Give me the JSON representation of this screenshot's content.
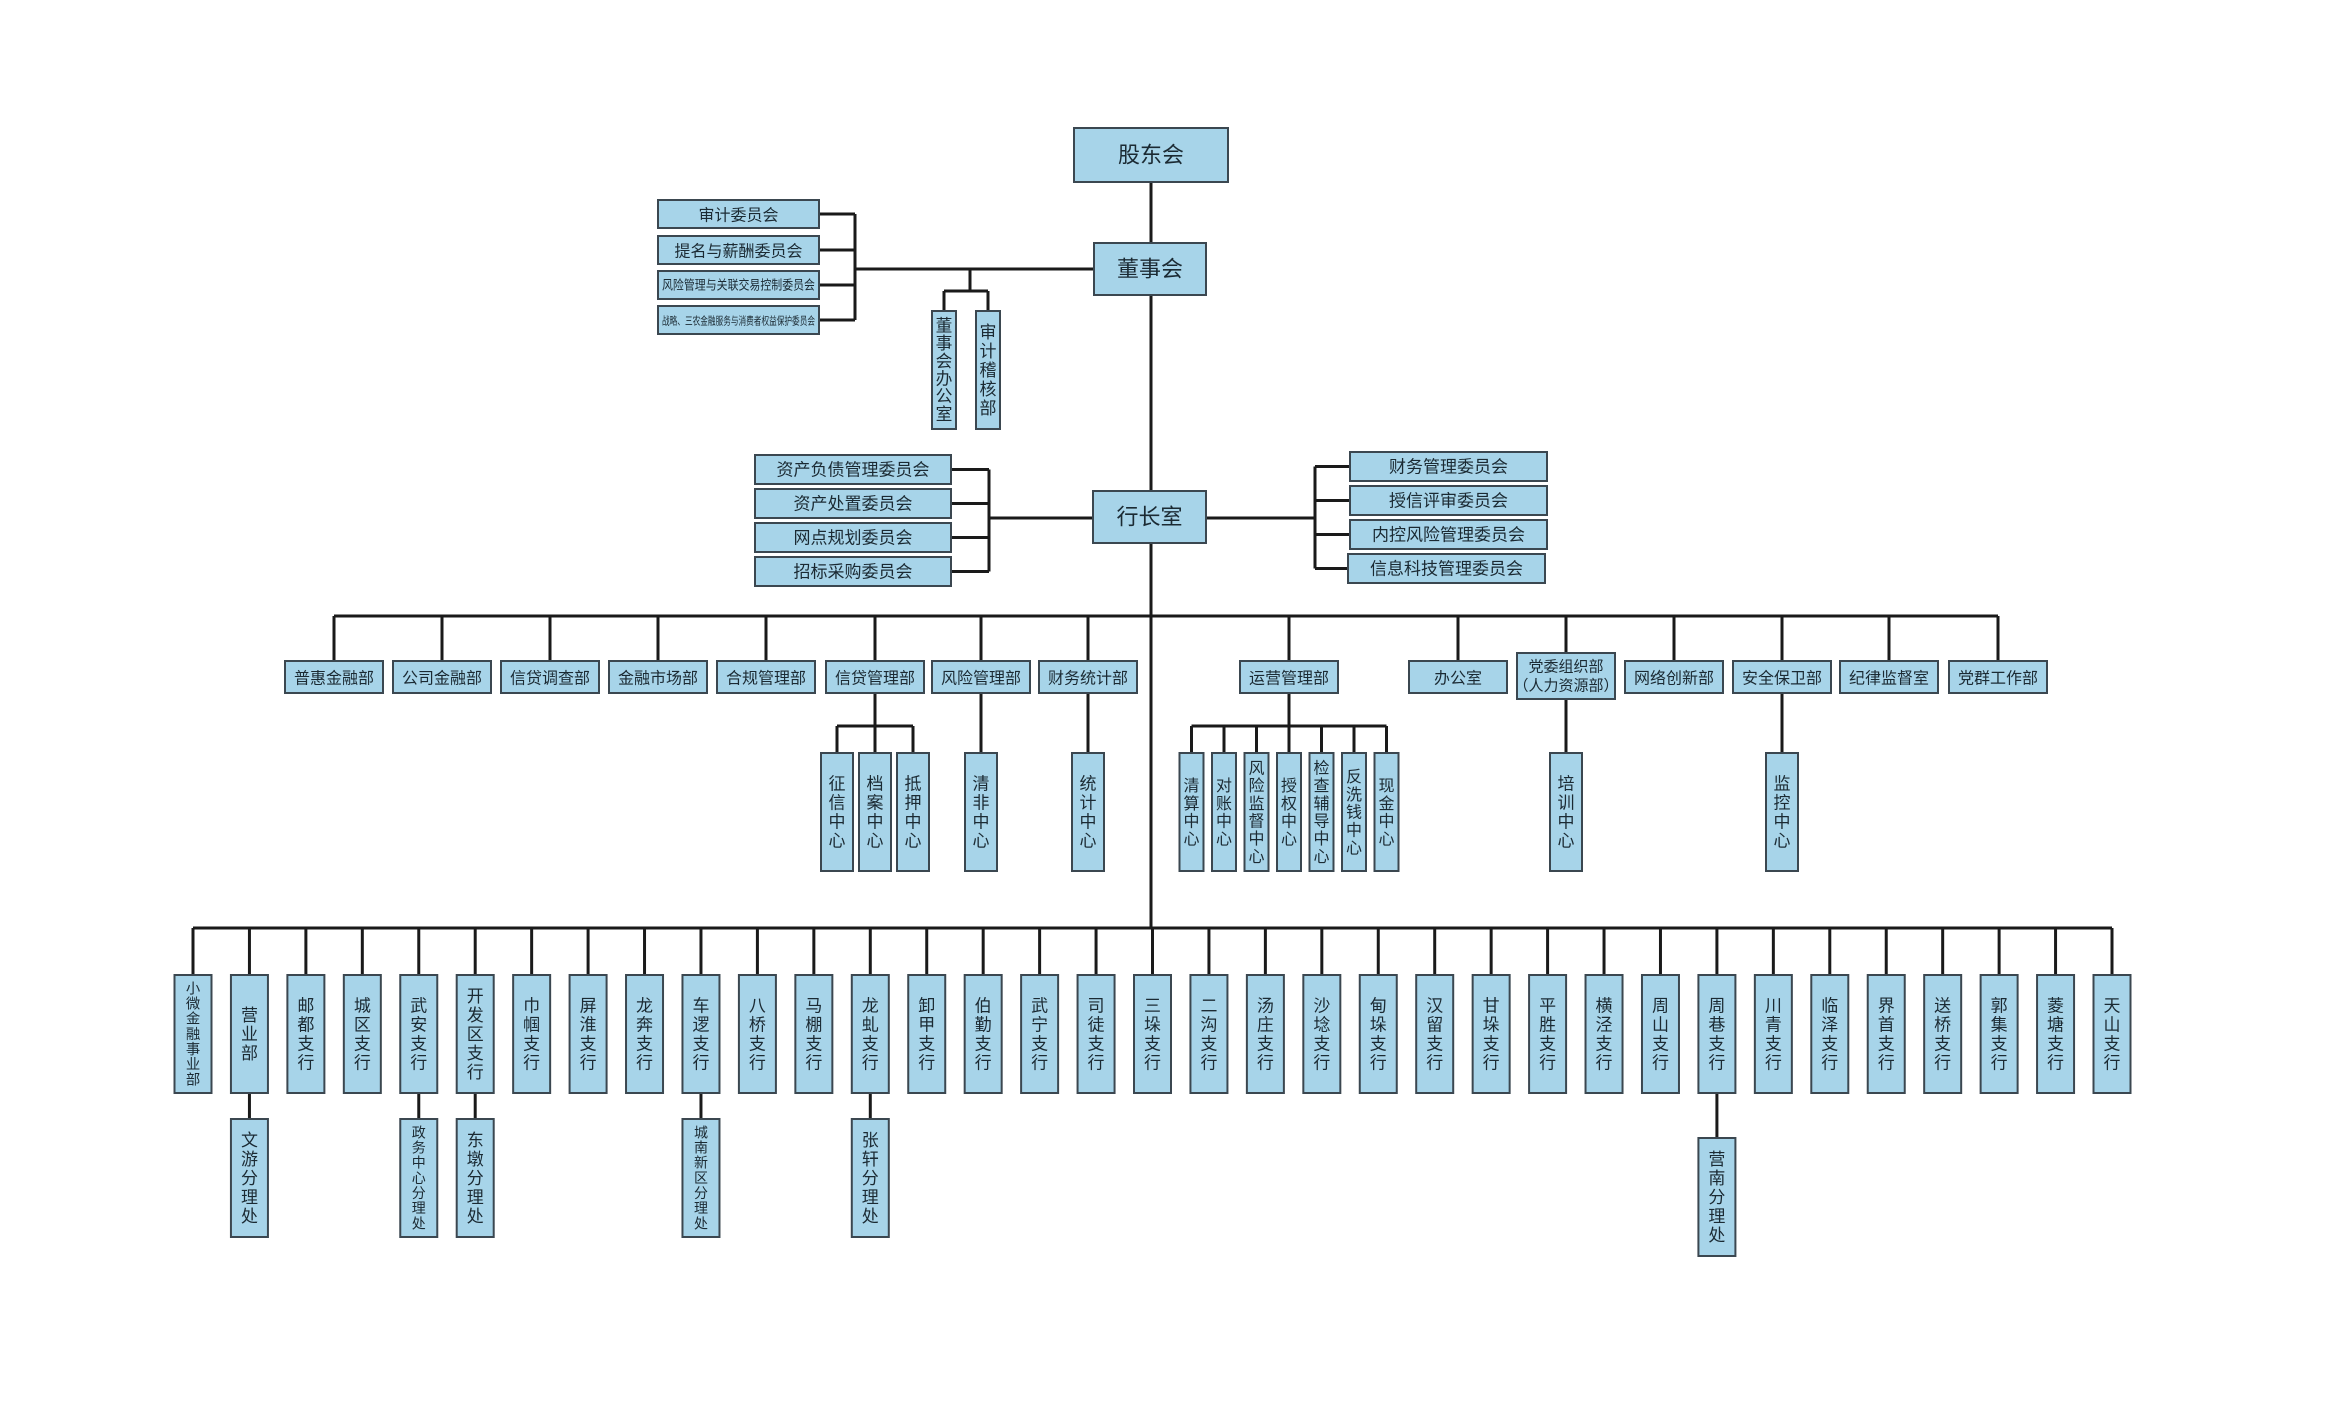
{
  "title": "组织架构图",
  "colors": {
    "box_fill": "#a7d4e9",
    "box_border": "#3b4750",
    "line": "#1a1a1a",
    "text": "#1b2a33"
  },
  "top": {
    "shareholders": "股东会",
    "board": "董事会",
    "president_office": "行长室"
  },
  "board_committees": [
    "审计委员会",
    "提名与薪酬委员会",
    "风险管理与关联交易控制委员会",
    "战略、三农金融服务与消费者权益保护委员会"
  ],
  "board_units": [
    "董事会办公室",
    "审计稽核部"
  ],
  "president_committees_left": [
    "资产负债管理委员会",
    "资产处置委员会",
    "网点规划委员会",
    "招标采购委员会"
  ],
  "president_committees_right": [
    "财务管理委员会",
    "授信评审委员会",
    "内控风险管理委员会",
    "信息科技管理委员会"
  ],
  "departments": [
    {
      "name": "普惠金融部",
      "children": []
    },
    {
      "name": "公司金融部",
      "children": []
    },
    {
      "name": "信贷调查部",
      "children": []
    },
    {
      "name": "金融市场部",
      "children": []
    },
    {
      "name": "合规管理部",
      "children": []
    },
    {
      "name": "信贷管理部",
      "children": [
        "征信中心",
        "档案中心",
        "抵押中心"
      ]
    },
    {
      "name": "风险管理部",
      "children": [
        "清非中心"
      ]
    },
    {
      "name": "财务统计部",
      "children": [
        "统计中心"
      ]
    },
    {
      "name": "运营管理部",
      "children": [
        "清算中心",
        "对账中心",
        "风险监督中心",
        "授权中心",
        "检查辅导中心",
        "反洗钱中心",
        "现金中心"
      ]
    },
    {
      "name": "办公室",
      "children": []
    },
    {
      "name": "党委组织部",
      "name_line2": "（人力资源部）",
      "children": [
        "培训中心"
      ]
    },
    {
      "name": "网络创新部",
      "children": []
    },
    {
      "name": "安全保卫部",
      "children": [
        "监控中心"
      ]
    },
    {
      "name": "纪律监督室",
      "children": []
    },
    {
      "name": "党群工作部",
      "children": []
    }
  ],
  "branches": [
    {
      "name": "小微金融事业部"
    },
    {
      "name": "营业部",
      "sub": "文游分理处"
    },
    {
      "name": "邮都支行"
    },
    {
      "name": "城区支行"
    },
    {
      "name": "武安支行",
      "sub": "政务中心分理处"
    },
    {
      "name": "开发区支行",
      "sub": "东墩分理处"
    },
    {
      "name": "巾帼支行"
    },
    {
      "name": "屏淮支行"
    },
    {
      "name": "龙奔支行"
    },
    {
      "name": "车逻支行",
      "sub": "城南新区分理处"
    },
    {
      "name": "八桥支行"
    },
    {
      "name": "马棚支行"
    },
    {
      "name": "龙虬支行",
      "sub": "张轩分理处"
    },
    {
      "name": "卸甲支行"
    },
    {
      "name": "伯勤支行"
    },
    {
      "name": "武宁支行"
    },
    {
      "name": "司徒支行"
    },
    {
      "name": "三垛支行"
    },
    {
      "name": "二沟支行"
    },
    {
      "name": "汤庄支行"
    },
    {
      "name": "沙埝支行"
    },
    {
      "name": "甸垛支行"
    },
    {
      "name": "汉留支行"
    },
    {
      "name": "甘垛支行"
    },
    {
      "name": "平胜支行"
    },
    {
      "name": "横泾支行"
    },
    {
      "name": "周山支行"
    },
    {
      "name": "周巷支行",
      "sub": "营南分理处"
    },
    {
      "name": "川青支行"
    },
    {
      "name": "临泽支行"
    },
    {
      "name": "界首支行"
    },
    {
      "name": "送桥支行"
    },
    {
      "name": "郭集支行"
    },
    {
      "name": "菱塘支行"
    },
    {
      "name": "天山支行"
    }
  ]
}
